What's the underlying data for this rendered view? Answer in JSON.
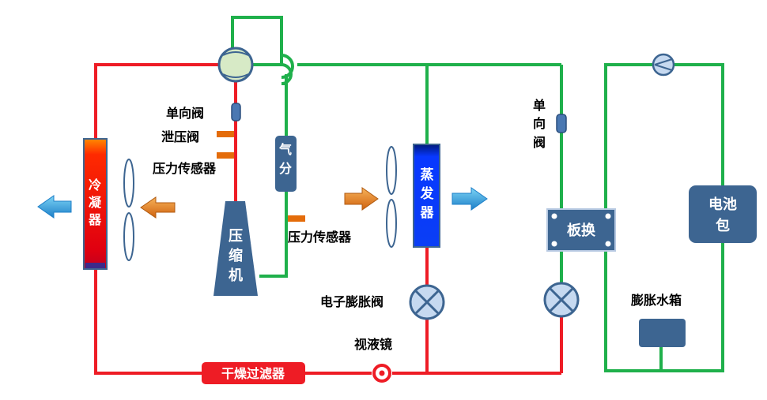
{
  "labels": {
    "check_valve_left": "单向阀",
    "relief_valve": "泄压阀",
    "pressure_sensor_left": "压力传感器",
    "pressure_sensor_right": "压力传感器",
    "exv": "电子膨胀阀",
    "sight_glass": "视液镜",
    "check_valve_right": [
      "单",
      "向",
      "阀"
    ],
    "expansion_tank": "膨胀水箱"
  },
  "components": {
    "condenser": [
      "冷",
      "凝",
      "器"
    ],
    "compressor": [
      "压",
      "缩",
      "机"
    ],
    "accumulator": [
      "气",
      "分"
    ],
    "evaporator": [
      "蒸",
      "发",
      "器"
    ],
    "plate_hx": "板换",
    "battery": [
      "电池",
      "包"
    ],
    "filter_drier": "干燥过滤器"
  },
  "colors": {
    "refrigerant_hot": "#ee1c25",
    "refrigerant_low": "#1fb04b",
    "component_blue": "#3d6591",
    "evaporator_blue": "#0a3ef5",
    "airflow_blue": "#3fa7e0",
    "airflow_orange": "#e6821e"
  }
}
